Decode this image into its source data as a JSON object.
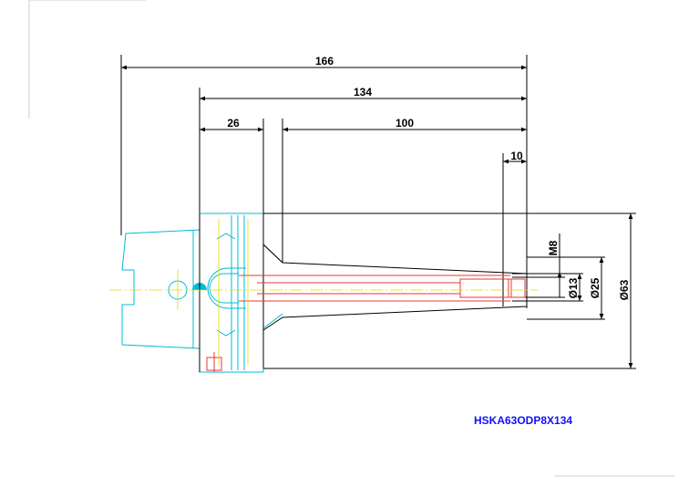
{
  "dimensions": {
    "overall_length": "166",
    "body_length": "134",
    "flange_width": "26",
    "taper_length": "100",
    "nose_length": "10",
    "thread": "M8",
    "bore_diameter": "Ø13",
    "nose_diameter": "Ø25",
    "body_diameter": "Ø63"
  },
  "part_code": "HSKA63ODP8X134",
  "colors": {
    "outline": "#000000",
    "taper_shank": "#00bcd4",
    "bore": "#e53935",
    "centerline": "#e6d600",
    "label": "#1010ff"
  }
}
